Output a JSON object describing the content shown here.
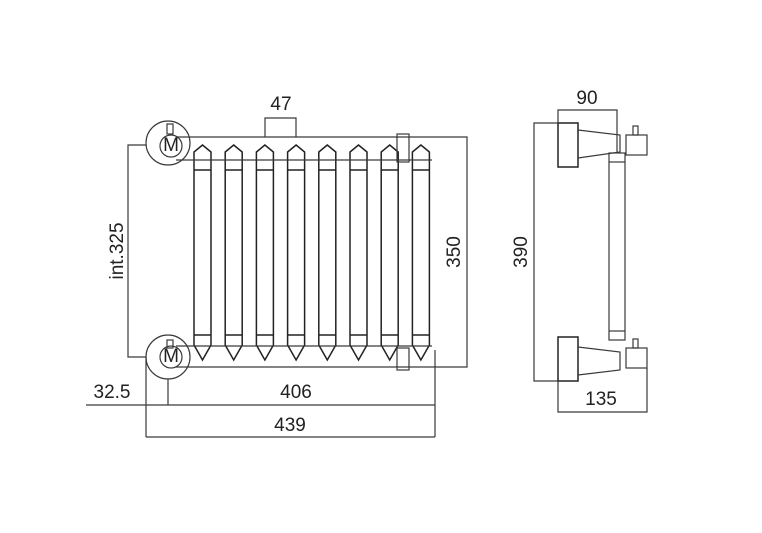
{
  "front_view": {
    "dim_pitch": "47",
    "dim_interaxis": "int.325",
    "dim_height": "350",
    "dim_offset": "32.5",
    "dim_centers": "406",
    "dim_width": "439",
    "bracket_mark": "M",
    "columns": 8
  },
  "side_view": {
    "dim_projection": "90",
    "dim_height": "390",
    "dim_depth": "135"
  },
  "colors": {
    "line": "#3a3a3a",
    "text": "#222222"
  }
}
